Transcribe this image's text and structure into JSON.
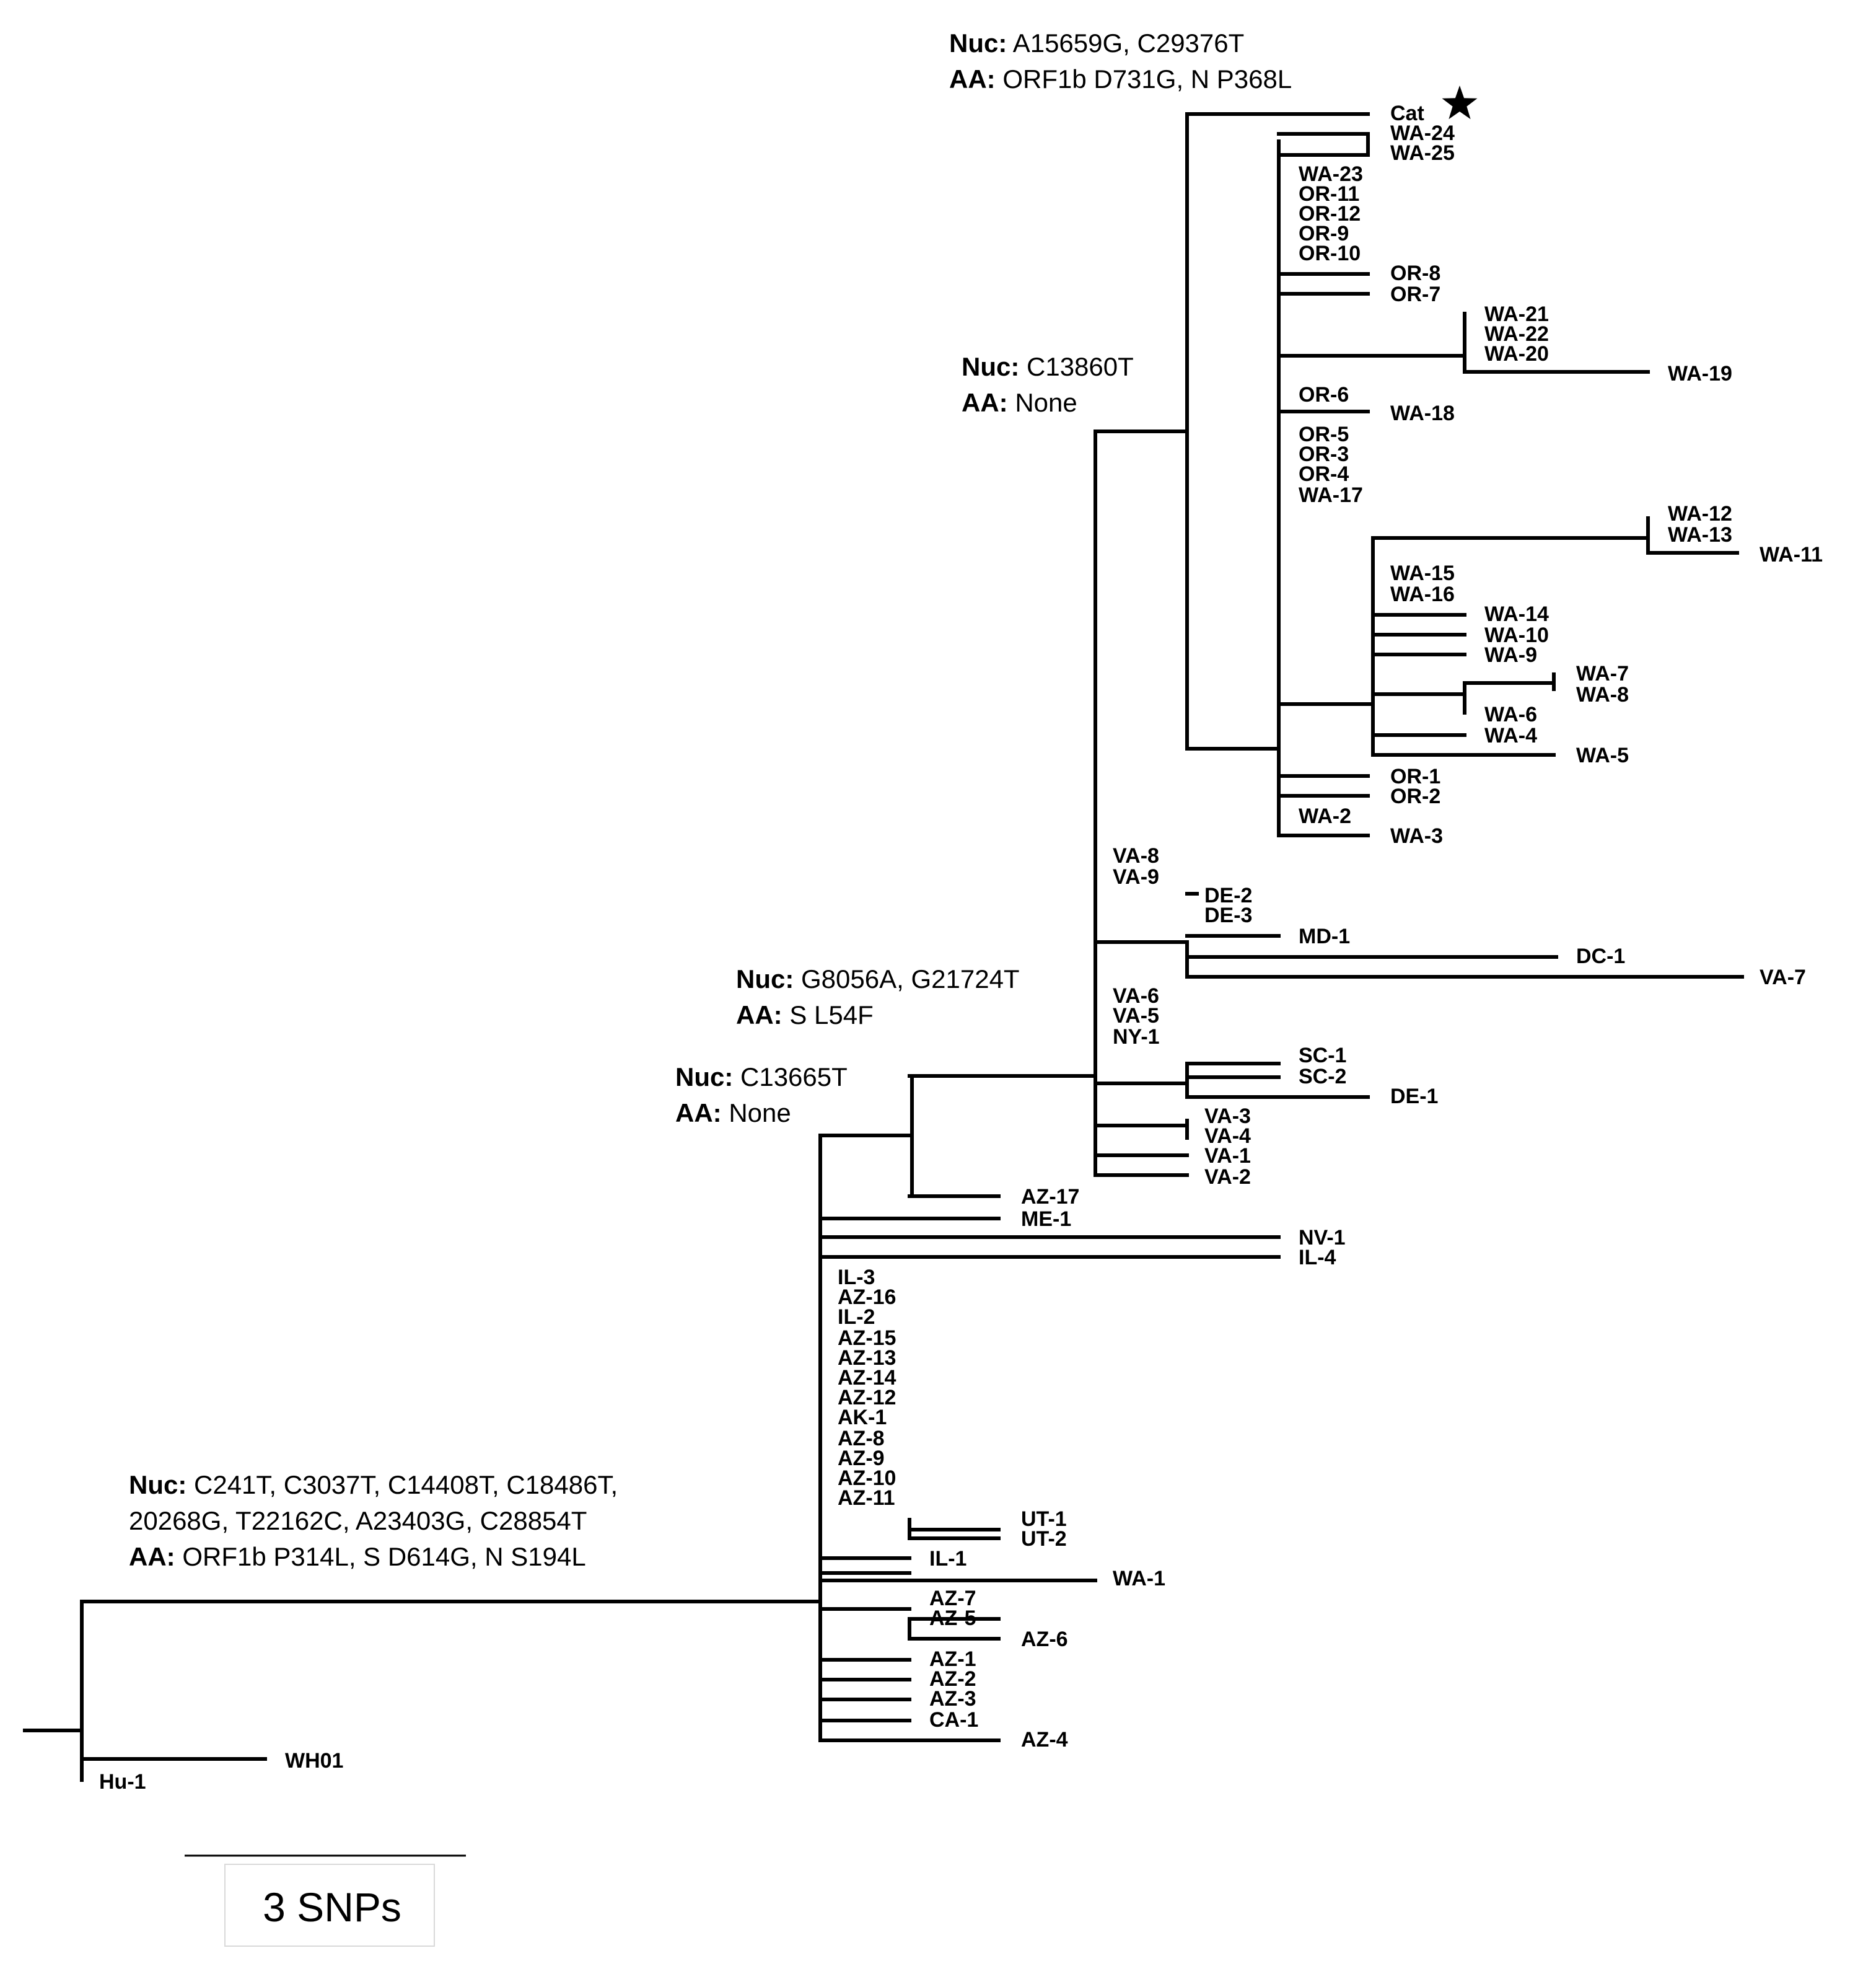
{
  "figure": {
    "tips": [
      "Cat",
      "WA-24",
      "WA-25",
      "WA-23",
      "OR-11",
      "OR-12",
      "OR-9",
      "OR-10",
      "OR-8",
      "OR-7",
      "WA-21",
      "WA-22",
      "WA-20",
      "WA-19",
      "OR-6",
      "WA-18",
      "OR-5",
      "OR-3",
      "OR-4",
      "WA-17",
      "WA-12",
      "WA-13",
      "WA-11",
      "WA-15",
      "WA-16",
      "WA-14",
      "WA-10",
      "WA-9",
      "WA-7",
      "WA-8",
      "WA-6",
      "WA-4",
      "WA-5",
      "OR-1",
      "OR-2",
      "WA-2",
      "WA-3",
      "VA-8",
      "VA-9",
      "DE-2",
      "DE-3",
      "MD-1",
      "DC-1",
      "VA-7",
      "VA-6",
      "VA-5",
      "NY-1",
      "SC-1",
      "SC-2",
      "DE-1",
      "VA-3",
      "VA-4",
      "VA-1",
      "VA-2",
      "AZ-17",
      "ME-1",
      "NV-1",
      "IL-4",
      "IL-3",
      "AZ-16",
      "IL-2",
      "AZ-15",
      "AZ-13",
      "AZ-14",
      "AZ-12",
      "AK-1",
      "AZ-8",
      "AZ-9",
      "AZ-10",
      "AZ-11",
      "UT-1",
      "UT-2",
      "IL-1",
      "WA-1",
      "AZ-7",
      "AZ-5",
      "AZ-6",
      "AZ-1",
      "AZ-2",
      "AZ-3",
      "CA-1",
      "AZ-4",
      "WH01",
      "Hu-1"
    ],
    "annotations": [
      {
        "lines": [
          {
            "bold": "Nuc:",
            "text": " A15659G,  C29376T"
          },
          {
            "bold": "AA:",
            "text": " ORF1b  D731G,  N P368L"
          }
        ]
      },
      {
        "lines": [
          {
            "bold": "Nuc:",
            "text": " C13860T"
          },
          {
            "bold": "AA:",
            "text": " None"
          }
        ]
      },
      {
        "lines": [
          {
            "bold": "Nuc:",
            "text": " G8056A,  G21724T"
          },
          {
            "bold": "AA:",
            "text": " S L54F"
          }
        ]
      },
      {
        "lines": [
          {
            "bold": "Nuc:",
            "text": " C13665T"
          },
          {
            "bold": "AA:",
            "text": " None"
          }
        ]
      },
      {
        "lines": [
          {
            "bold": "Nuc:",
            "text": " C241T,  C3037T,  C14408T,  C18486T,"
          },
          {
            "bold": "",
            "text": "20268G,  T22162C,  A23403G,  C28854T"
          },
          {
            "bold": "AA:",
            "text": " ORF1b  P314L,  S D614G,  N S194L"
          }
        ]
      }
    ],
    "scale_label": "3 SNPs",
    "highlight_marker": "star-icon"
  }
}
